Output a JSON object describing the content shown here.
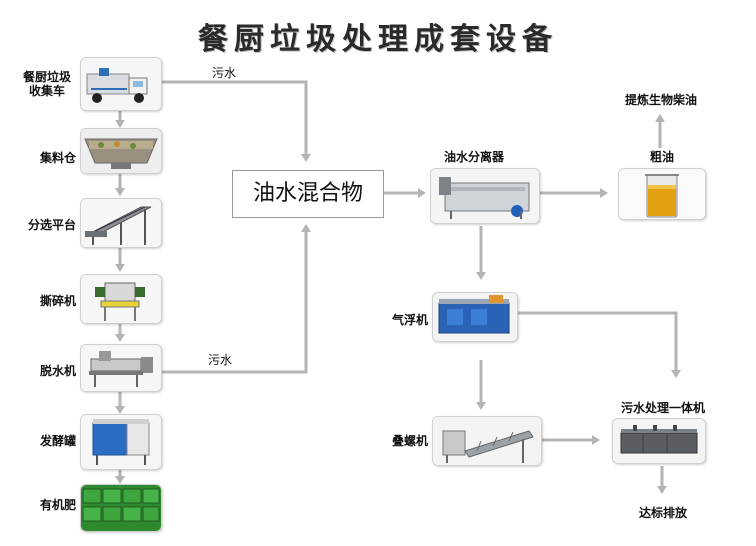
{
  "title": "餐厨垃圾处理成套设备",
  "center": "油水混合物",
  "edges": {
    "sewage_top": "污水",
    "sewage_bottom": "污水"
  },
  "left_column": [
    {
      "label_lines": [
        "餐厨垃圾",
        "收集车"
      ],
      "icon": "garbage-truck-icon"
    },
    {
      "label": "集料仓",
      "icon": "collection-hopper-icon"
    },
    {
      "label": "分选平台",
      "icon": "sorting-conveyor-icon"
    },
    {
      "label": "撕碎机",
      "icon": "shredder-icon"
    },
    {
      "label": "脱水机",
      "icon": "dewatering-machine-icon"
    },
    {
      "label": "发酵罐",
      "icon": "fermentation-tank-icon"
    },
    {
      "label": "有机肥",
      "icon": "fertilizer-bags-icon"
    }
  ],
  "right_nodes": {
    "separator": {
      "label": "油水分离器",
      "icon": "oil-water-separator-icon"
    },
    "crude_oil": {
      "label": "粗油",
      "icon": "crude-oil-beaker-icon"
    },
    "biodiesel": {
      "label": "提炼生物柴油"
    },
    "flotation": {
      "label": "气浮机",
      "icon": "air-flotation-machine-icon"
    },
    "screw_press": {
      "label": "叠螺机",
      "icon": "screw-press-icon"
    },
    "sewage_unit": {
      "label": "污水处理一体机",
      "icon": "integrated-sewage-unit-icon"
    },
    "discharge": {
      "label": "达标排放"
    }
  },
  "colors": {
    "arrow": "#b4b4b4",
    "box_border": "#cfcfcf",
    "oil": "#e0a010"
  }
}
